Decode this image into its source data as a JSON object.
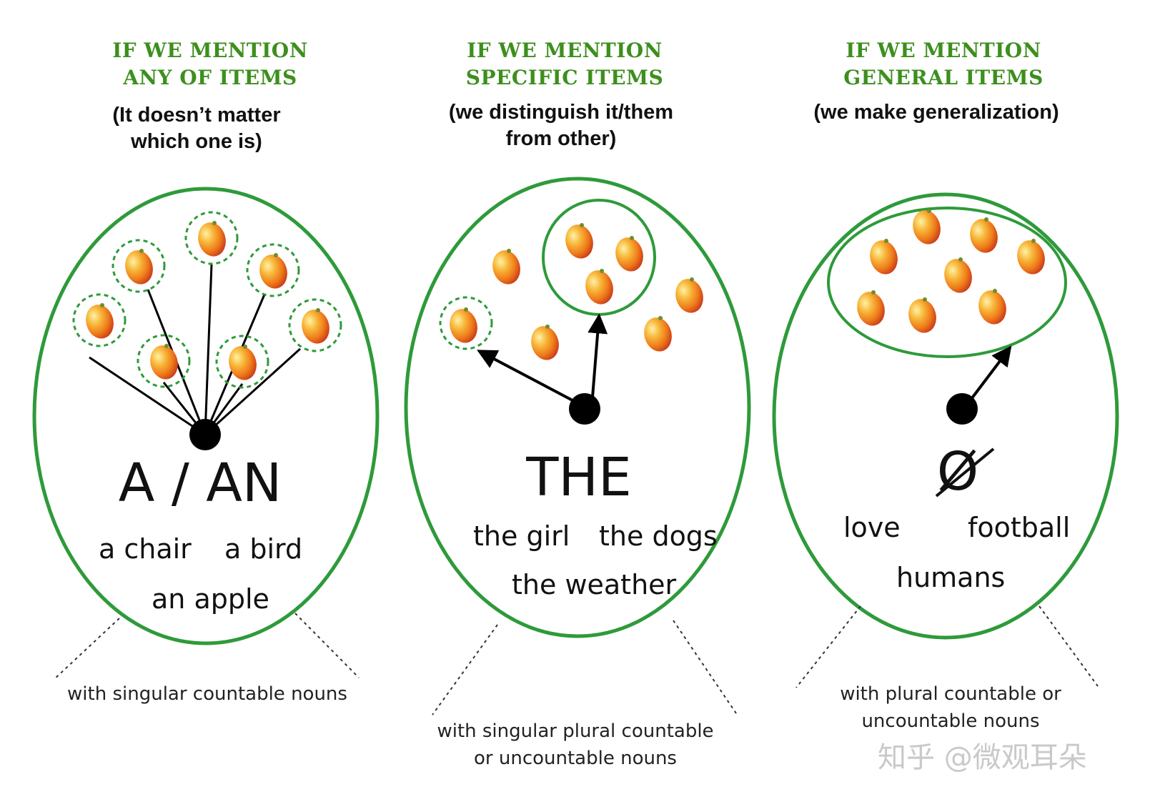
{
  "columns": [
    {
      "heading": [
        "IF WE MENTION",
        "ANY OF ITEMS"
      ],
      "subheading": [
        "(It doesn’t matter",
        "which one is)"
      ],
      "article": "A / AN",
      "examples": [
        "a chair",
        "a bird",
        "an apple"
      ],
      "note": [
        "with singular countable nouns"
      ]
    },
    {
      "heading": [
        "IF WE MENTION",
        "SPECIFIC ITEMS"
      ],
      "subheading": [
        "(we distinguish it/them",
        "from other)"
      ],
      "article": "THE",
      "examples": [
        "the girl",
        "the dogs",
        "the weather"
      ],
      "note": [
        "with singular plural countable",
        "or uncountable nouns"
      ]
    },
    {
      "heading": [
        "IF WE MENTION",
        "GENERAL ITEMS"
      ],
      "subheading": [
        "(we make generalization)"
      ],
      "article": "Ø",
      "examples": [
        "love",
        "football",
        "humans"
      ],
      "note": [
        "with plural countable or",
        "uncountable nouns"
      ]
    }
  ],
  "watermark": "知乎 @微观耳朵",
  "colors": {
    "green": "#3d8f1e",
    "ring": "#2e9a3a",
    "black": "#000000"
  },
  "icons": {
    "item": "mango-icon",
    "pointer": "arrow-icon",
    "origin": "dot-icon"
  }
}
